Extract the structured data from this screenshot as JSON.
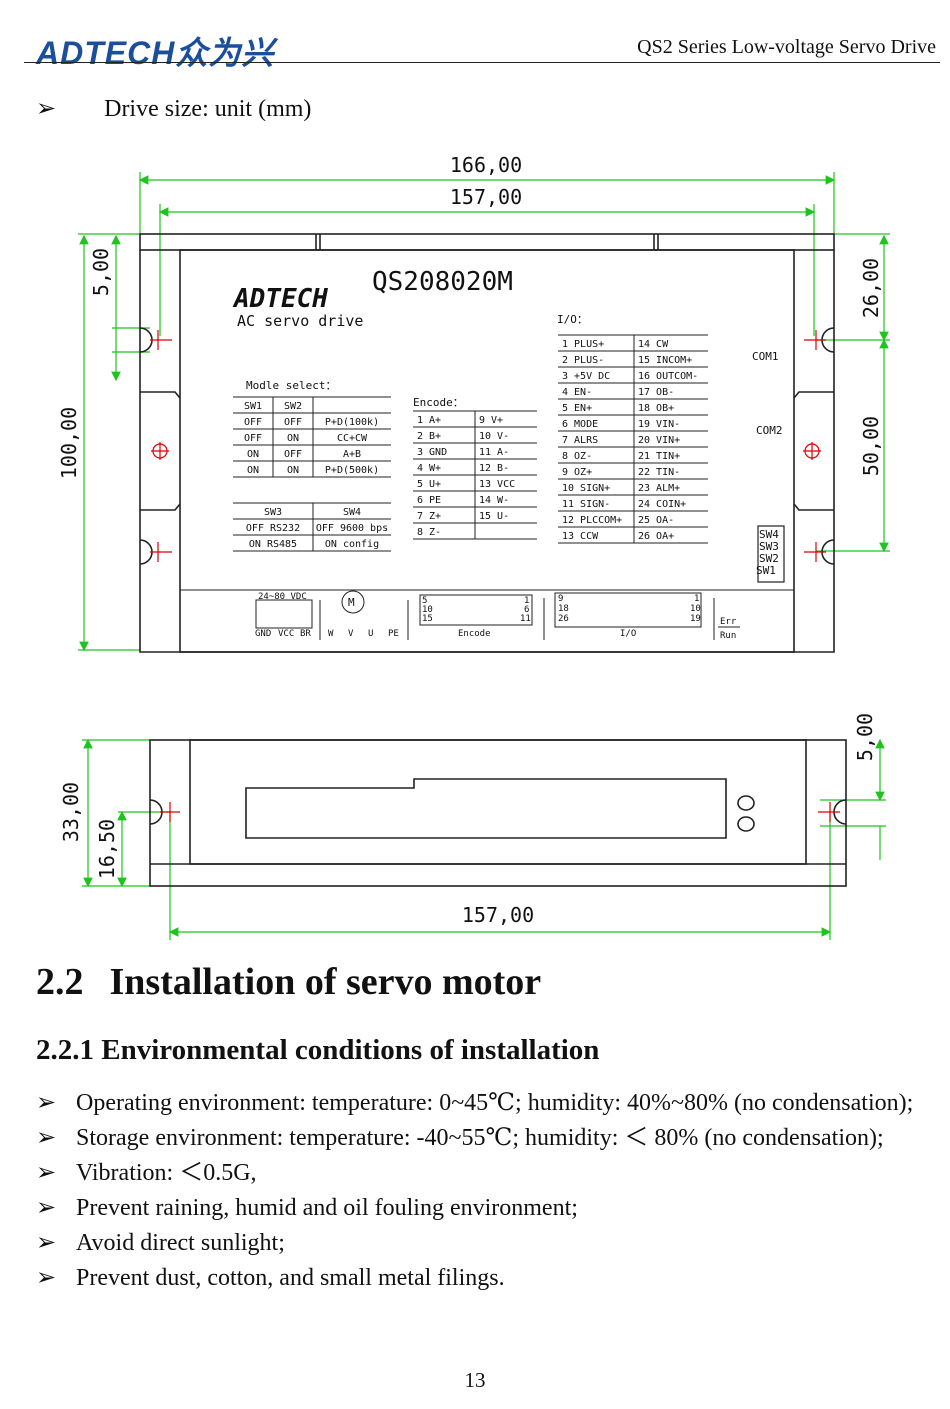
{
  "header": {
    "logo": "ADTECH众为兴",
    "title": "QS2 Series Low-voltage Servo Drive"
  },
  "bullet_glyph": "➢",
  "intro": "Drive size: unit (mm)",
  "drawing": {
    "dim_total_width": "166,00",
    "dim_hole_width": "157,00",
    "dim_height": "100,00",
    "dim_top_offset": "5,00",
    "dim_right_top": "26,00",
    "dim_right_mid": "50,00",
    "dim_side_height": "33,00",
    "dim_side_hole": "16,50",
    "dim_side_top": "5,00",
    "dim_side_width": "157,00",
    "front_logo": "ADTECH",
    "model": "QS208020M",
    "subtitle": "AC servo drive",
    "io_label": "I/O：",
    "com1": "COM1",
    "com2": "COM2",
    "mode_label": "Modle select：",
    "encode_label": "Encode：",
    "mode_table": [
      [
        "SW1",
        "SW2",
        ""
      ],
      [
        "OFF",
        "OFF",
        "P+D(100k)"
      ],
      [
        "OFF",
        "ON",
        "CC+CW"
      ],
      [
        "ON",
        "OFF",
        "A+B"
      ],
      [
        "ON",
        "ON",
        "P+D(500k)"
      ]
    ],
    "sw_table": [
      [
        "SW3",
        "SW4"
      ],
      [
        "OFF RS232",
        "OFF 9600 bps"
      ],
      [
        "ON  RS485",
        "ON  config"
      ]
    ],
    "encode_table": [
      [
        "1 A+",
        "9 V+"
      ],
      [
        "2 B+",
        "10 V-"
      ],
      [
        "3 GND",
        "11 A-"
      ],
      [
        "4 W+",
        "12 B-"
      ],
      [
        "5 U+",
        "13 VCC"
      ],
      [
        "6 PE",
        "14 W-"
      ],
      [
        "7 Z+",
        "15 U-"
      ],
      [
        "8 Z-",
        ""
      ]
    ],
    "io_table": [
      [
        "1 PLUS+",
        "14 CW"
      ],
      [
        "2 PLUS-",
        "15 INCOM+"
      ],
      [
        "3 +5V DC",
        "16 OUTCOM-"
      ],
      [
        "4 EN-",
        "17 OB-"
      ],
      [
        "5 EN+",
        "18 OB+"
      ],
      [
        "6 MODE",
        "19 VIN-"
      ],
      [
        "7 ALRS",
        "20 VIN+"
      ],
      [
        "8 OZ-",
        "21 TIN+"
      ],
      [
        "9 OZ+",
        "22 TIN-"
      ],
      [
        "10 SIGN+",
        "23 ALM+"
      ],
      [
        "11 SIGN-",
        "24 COIN+"
      ],
      [
        "12 PLCCOM+",
        "25 OA-"
      ],
      [
        "13 CCW",
        "26 OA+"
      ]
    ],
    "switches": [
      "SW4",
      "SW3",
      "SW2",
      "SW1"
    ],
    "power_label": "24~80 VDC",
    "power_terms": [
      "GND",
      "VCC",
      "BR"
    ],
    "motor_label": "M",
    "motor_terms": [
      "W",
      "V",
      "U",
      "PE"
    ],
    "encode_conn": {
      "label": "Encode",
      "pins": [
        "5",
        "1",
        "10",
        "6",
        "15",
        "11"
      ]
    },
    "io_conn": {
      "label": "I/O",
      "pins": [
        "9",
        "1",
        "18",
        "10",
        "26",
        "19"
      ]
    },
    "leds": [
      "Err",
      "Run"
    ]
  },
  "section": {
    "number": "2.2",
    "title": "Installation of servo motor"
  },
  "subsection": "2.2.1 Environmental conditions of installation",
  "items": [
    "Operating environment: temperature: 0~45℃; humidity: 40%~80% (no condensation);",
    "Storage environment: temperature: -40~55℃; humidity: ＜ 80% (no condensation);",
    "Vibration: ＜0.5G,",
    "Prevent raining, humid and oil fouling environment;",
    "Avoid direct sunlight;",
    "Prevent dust, cotton, and small metal filings."
  ],
  "page_number": "13"
}
